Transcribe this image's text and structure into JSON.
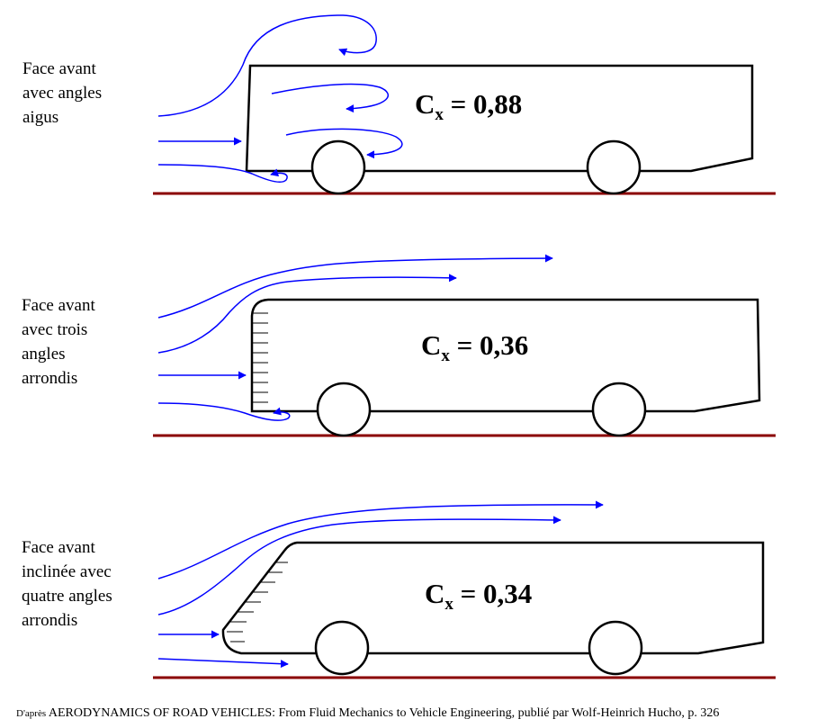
{
  "panels": [
    {
      "label": "Face avant\navec angles\naigus",
      "cx_symbol": "C",
      "cx_sub": "x",
      "cx_value": "= 0,88"
    },
    {
      "label": "Face avant\navec trois\nangles\narrondis",
      "cx_symbol": "C",
      "cx_sub": "x",
      "cx_value": "= 0,36"
    },
    {
      "label": "Face avant\ninclinée avec\nquatre angles\narrondis",
      "cx_symbol": "C",
      "cx_sub": "x",
      "cx_value": "= 0,34"
    }
  ],
  "caption": {
    "prefix": "D'après",
    "text": " AERODYNAMICS OF ROAD VEHICLES: From Fluid Mechanics to Vehicle Engineering, publié par Wolf-Heinrich Hucho, p. 326"
  },
  "colors": {
    "flow": "#0000ff",
    "ground": "#8b0000",
    "body": "#000000"
  }
}
